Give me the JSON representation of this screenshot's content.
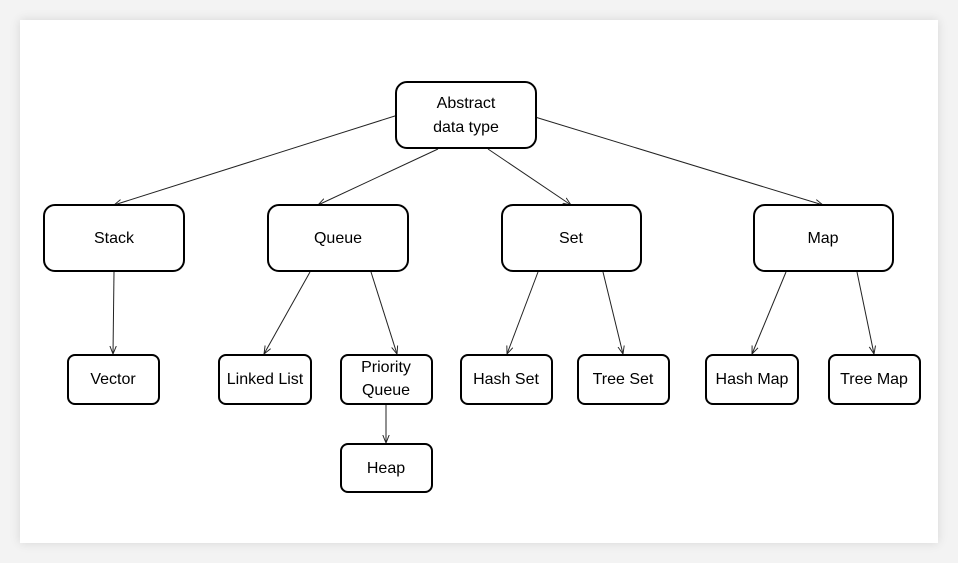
{
  "diagram": {
    "nodes": {
      "root": {
        "lines": [
          "Abstract",
          "data type"
        ]
      },
      "stack": {
        "lines": [
          "Stack"
        ]
      },
      "queue": {
        "lines": [
          "Queue"
        ]
      },
      "set": {
        "lines": [
          "Set"
        ]
      },
      "map": {
        "lines": [
          "Map"
        ]
      },
      "vector": {
        "lines": [
          "Vector"
        ]
      },
      "linked_list": {
        "lines": [
          "Linked List"
        ]
      },
      "priority_queue": {
        "lines": [
          "Priority",
          "Queue"
        ]
      },
      "heap": {
        "lines": [
          "Heap"
        ]
      },
      "hash_set": {
        "lines": [
          "Hash Set"
        ]
      },
      "tree_set": {
        "lines": [
          "Tree Set"
        ]
      },
      "hash_map": {
        "lines": [
          "Hash Map"
        ]
      },
      "tree_map": {
        "lines": [
          "Tree Map"
        ]
      }
    },
    "edges": [
      [
        "root",
        "stack"
      ],
      [
        "root",
        "queue"
      ],
      [
        "root",
        "set"
      ],
      [
        "root",
        "map"
      ],
      [
        "stack",
        "vector"
      ],
      [
        "queue",
        "linked_list"
      ],
      [
        "queue",
        "priority_queue"
      ],
      [
        "priority_queue",
        "heap"
      ],
      [
        "set",
        "hash_set"
      ],
      [
        "set",
        "tree_set"
      ],
      [
        "map",
        "hash_map"
      ],
      [
        "map",
        "tree_map"
      ]
    ]
  }
}
